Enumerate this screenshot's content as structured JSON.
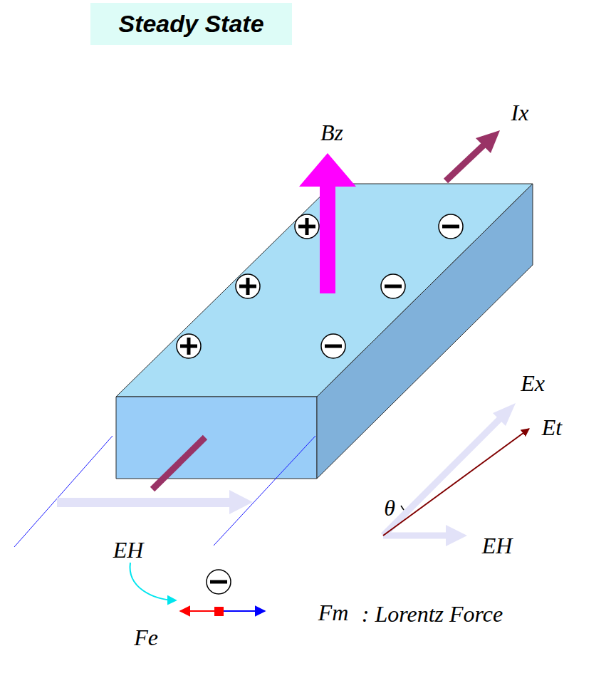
{
  "diagram": {
    "nodes": [
      {
        "text": [
          "Steady State"
        ]
      }
    ],
    "labels": [
      "Bz",
      "Ix",
      "Ex",
      "Et",
      "θ",
      "EH",
      "EH",
      "Fe",
      "Fm",
      ": Lorentz Force"
    ]
  }
}
